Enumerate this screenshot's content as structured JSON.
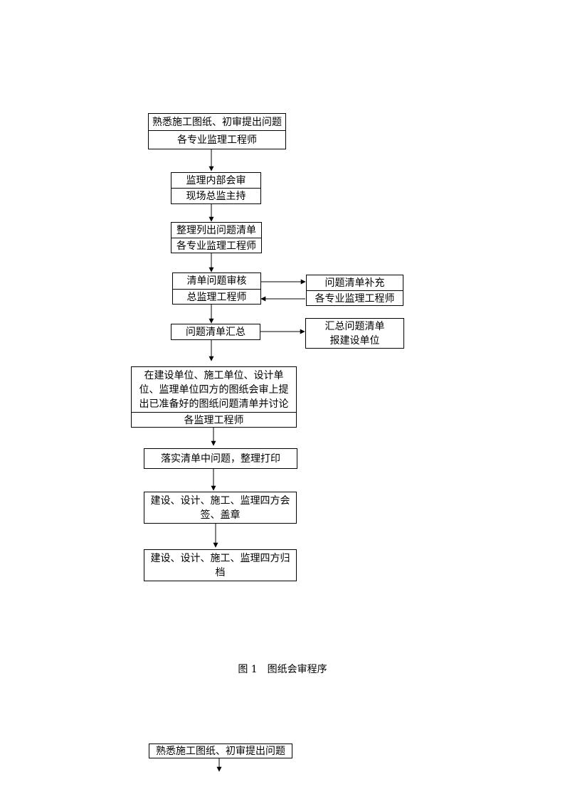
{
  "flowchart": {
    "step1": {
      "title": "熟悉施工图纸、初审提出问题",
      "role": "各专业监理工程师"
    },
    "step2": {
      "title": "监理内部会审",
      "role": "现场总监主持"
    },
    "step3": {
      "title": "整理列出问题清单",
      "role": "各专业监理工程师"
    },
    "step4": {
      "title": "清单问题审核",
      "role": "总监理工程师"
    },
    "step4_side": {
      "title": "问题清单补充",
      "role": "各专业监理工程师"
    },
    "step5": {
      "title": "问题清单汇总"
    },
    "step5_side": {
      "line1": "汇总问题清单",
      "line2": "报建设单位"
    },
    "step6": {
      "title": "在建设单位、施工单位、设计单位、监理单位四方的图纸会审上提出已准备好的图纸问题清单并讨论",
      "role": "各监理工程师"
    },
    "step7": {
      "title": "落实清单中问题，整理打印"
    },
    "step8": {
      "title": "建设、设计、施工、监理四方会签、盖章"
    },
    "step9": {
      "title": "建设、设计、施工、监理四方归档"
    }
  },
  "caption": "图 1　图纸会审程序",
  "next_page": {
    "step1": {
      "title": "熟悉施工图纸、初审提出问题"
    }
  }
}
